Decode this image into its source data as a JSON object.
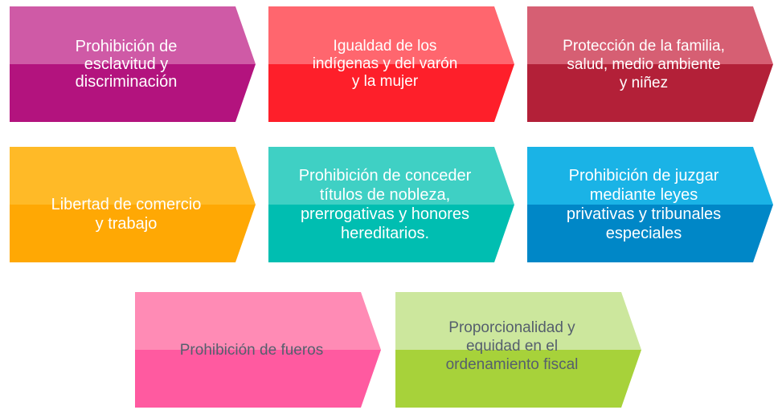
{
  "diagram": {
    "items": [
      {
        "text": "Prohibición de\nesclavitud y\ndiscriminación",
        "top_color": "#cf5aa6",
        "bottom_color": "#b3137e",
        "text_color": "#ffffff"
      },
      {
        "text": "Igualdad de los\nindígenas y del varón\ny la mujer",
        "top_color": "#ff666e",
        "bottom_color": "#fe1f2a",
        "text_color": "#ffffff"
      },
      {
        "text": "Protección de la familia,\nsalud, medio ambiente\ny niñez",
        "top_color": "#d65f73",
        "bottom_color": "#b32038",
        "text_color": "#ffffff"
      },
      {
        "text": "Libertad de comercio\ny trabajo",
        "top_color": "#ffba27",
        "bottom_color": "#ffa804",
        "text_color": "#ffffff"
      },
      {
        "text": "Prohibición de conceder\ntítulos de nobleza,\nprerrogativas y honores\nhereditarios.",
        "top_color": "#3fd0c4",
        "bottom_color": "#00beb1",
        "text_color": "#ffffff"
      },
      {
        "text": "Prohibición de juzgar\nmediante leyes\nprivativas y tribunales\nespeciales",
        "top_color": "#1ab3e6",
        "bottom_color": "#0087c7",
        "text_color": "#ffffff"
      },
      {
        "text": "Prohibición de fueros",
        "top_color": "#ff8bb5",
        "bottom_color": "#ff5aa0",
        "text_color": "#555f6d"
      },
      {
        "text": "Proporcionalidad y\nequidad en el\nordenamiento fiscal",
        "top_color": "#cce79d",
        "bottom_color": "#a7d23a",
        "text_color": "#555f6d"
      }
    ]
  }
}
